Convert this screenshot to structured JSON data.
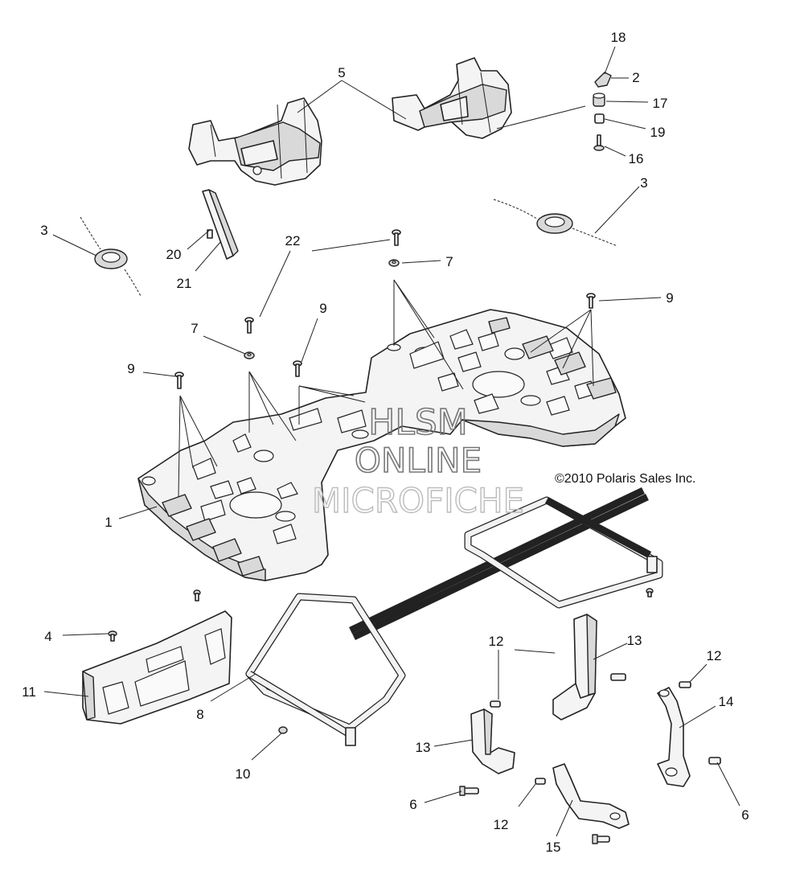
{
  "callouts": {
    "c18": "18",
    "c2": "2",
    "c17": "17",
    "c19": "19",
    "c16": "16",
    "c5": "5",
    "c3a": "3",
    "c3b": "3",
    "c20": "20",
    "c21": "21",
    "c22": "22",
    "c7a": "7",
    "c7b": "7",
    "c9a": "9",
    "c9b": "9",
    "c9c": "9",
    "c1": "1",
    "c4": "4",
    "c11": "11",
    "c8": "8",
    "c10": "10",
    "c12a": "12",
    "c12b": "12",
    "c12c": "12",
    "c13a": "13",
    "c13b": "13",
    "c14": "14",
    "c6a": "6",
    "c6b": "6",
    "c15": "15"
  },
  "copyright": "©2010 Polaris Sales Inc.",
  "watermark": {
    "line1": "HLSM",
    "line2": "ONLINE",
    "line3": "MICROFICHE"
  }
}
